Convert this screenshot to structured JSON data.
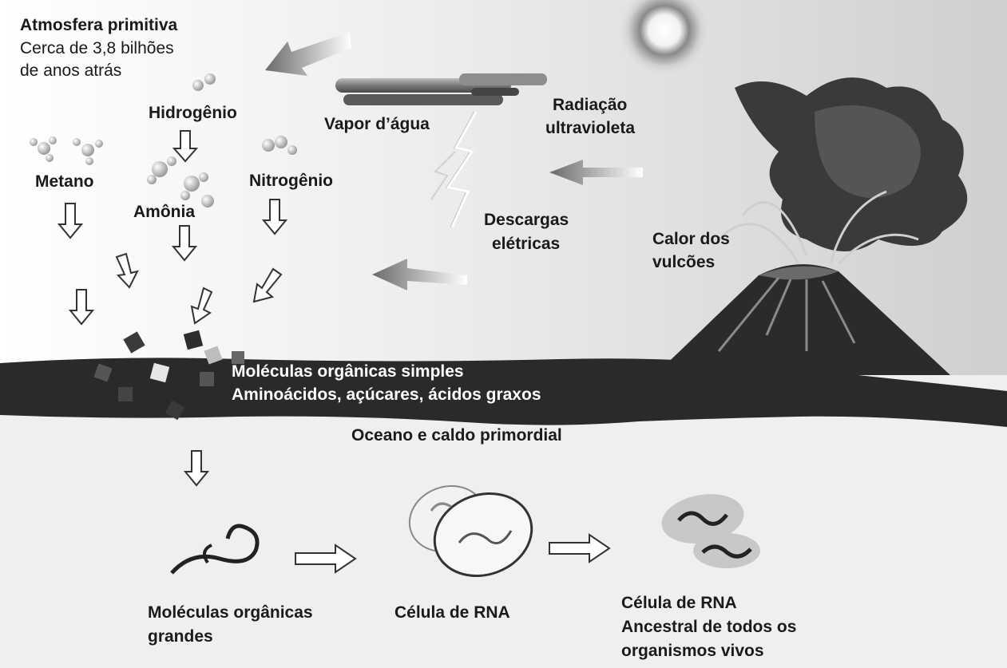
{
  "atmosphere": {
    "title": "Atmosfera primitiva",
    "time_line1": "Cerca de 3,8 bilhões",
    "time_line2": "de anos atrás"
  },
  "gases": {
    "hydrogen": "Hidrogênio",
    "methane": "Metano",
    "ammonia": "Amônia",
    "nitrogen": "Nitrogênio"
  },
  "energy": {
    "water_vapor": "Vapor d’água",
    "uv_line1": "Radiação",
    "uv_line2": "ultravioleta",
    "discharge_line1": "Descargas",
    "discharge_line2": "elétricas",
    "volcano_line1": "Calor dos",
    "volcano_line2": "vulcões"
  },
  "ocean": {
    "simple_line1": "Moléculas orgânicas simples",
    "simple_line2": "Aminoácidos, açúcares, ácidos graxos",
    "label": "Oceano e caldo primordial"
  },
  "sequence": {
    "large_line1": "Moléculas orgânicas",
    "large_line2": "grandes",
    "rna_cell": "Célula de RNA",
    "ancestor_line1": "Célula de RNA",
    "ancestor_line2": "Ancestral de todos os",
    "ancestor_line3": "organismos vivos"
  }
}
